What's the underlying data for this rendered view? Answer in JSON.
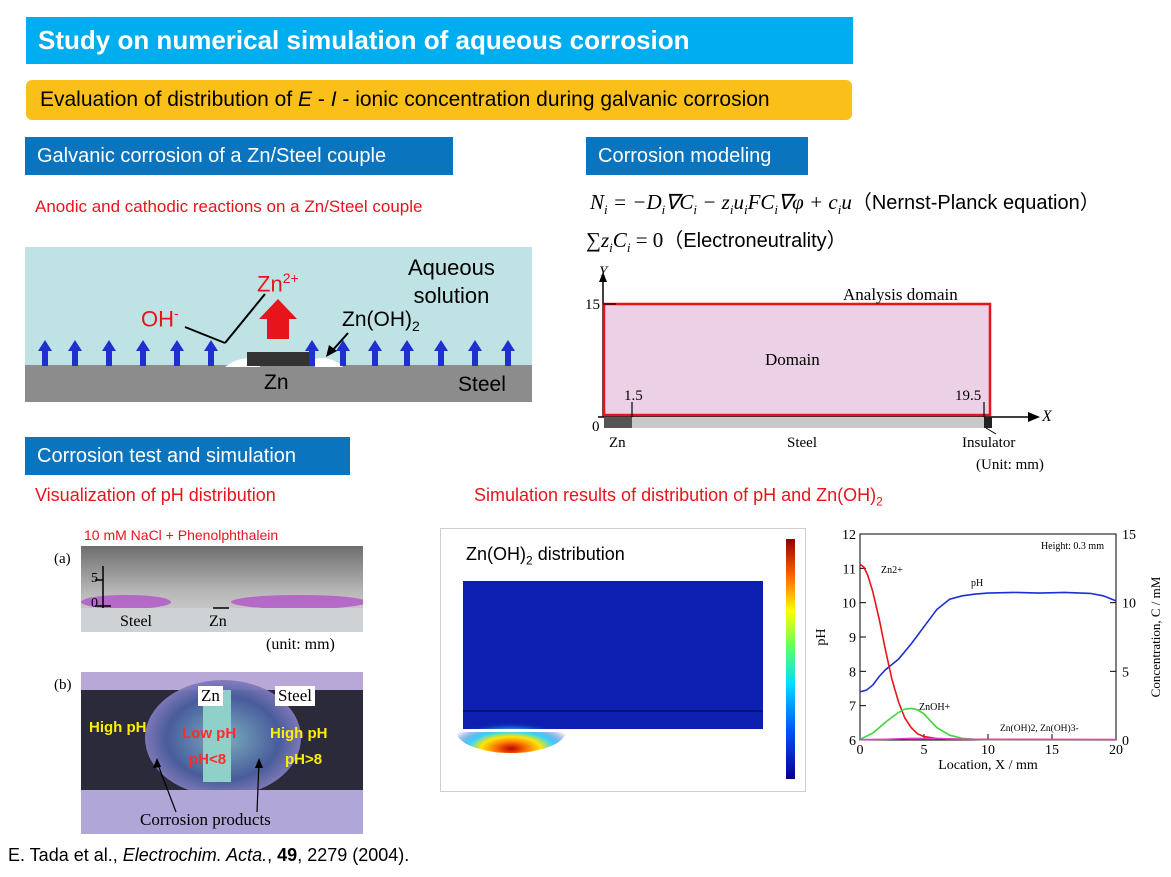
{
  "header": {
    "title": "Study on numerical simulation of aqueous corrosion",
    "subtitle_pre": "Evaluation of distribution of ",
    "subtitle_e": "E",
    "subtitle_mid1": " - ",
    "subtitle_i": "I",
    "subtitle_post": " - ionic concentration during galvanic corrosion"
  },
  "galvanic": {
    "heading": "Galvanic corrosion of a Zn/Steel couple",
    "caption": "Anodic and cathodic reactions on a Zn/Steel couple",
    "aqueous_line1": "Aqueous",
    "aqueous_line2": "solution",
    "zn_ion": "Zn",
    "zn_ion_sup": "2+",
    "oh": "OH",
    "oh_sup": "-",
    "znoh2": "Zn(OH)",
    "znoh2_sub": "2",
    "zn": "Zn",
    "steel": "Steel"
  },
  "modeling": {
    "heading": "Corrosion modeling",
    "eq1_label": "（Nernst-Planck equation）",
    "eq2_label": "（Electroneutrality）",
    "axis_y": "Y",
    "axis_x": "X",
    "tick_15": "15",
    "tick_0": "0",
    "tick_1_5": "1.5",
    "tick_19_5": "19.5",
    "analysis_domain": "Analysis domain",
    "domain": "Domain",
    "zn": "Zn",
    "steel": "Steel",
    "insulator": "Insulator",
    "unit": "(Unit: mm)"
  },
  "test": {
    "heading": "Corrosion test and simulation",
    "vis_caption": "Visualization of pH distribution",
    "sim_caption": "Simulation results of distribution of pH and Zn(OH)",
    "sim_caption_sub": "2",
    "nacl": "10 mM NaCl + Phenolphthalein",
    "label_a": "(a)",
    "label_b": "(b)",
    "tick_5": "5",
    "tick_0": "0",
    "steel": "Steel",
    "zn": "Zn",
    "unit": "(unit: mm)",
    "zn_b": "Zn",
    "steel_b": "Steel",
    "high_ph_left": "High pH",
    "low_ph": "Low pH",
    "ph_lt8": "pH<8",
    "high_ph_right": "High pH",
    "ph_gt8": "pH>8",
    "corrosion_products": "Corrosion products",
    "sim_title": "Zn(OH)",
    "sim_title_sub": "2",
    "sim_title_post": " distribution"
  },
  "chart_data": {
    "type": "line",
    "annotation": "Height: 0.3 mm",
    "xlabel": "Location, X / mm",
    "ylabel": "pH",
    "y2label": "Concentration, C / mM",
    "xlim": [
      0,
      20
    ],
    "ylim": [
      6,
      12
    ],
    "y2lim": [
      0,
      15
    ],
    "xticks": [
      "0",
      "5",
      "10",
      "15",
      "20"
    ],
    "yticks": [
      "6",
      "7",
      "8",
      "9",
      "10",
      "11",
      "12"
    ],
    "y2ticks": [
      "0",
      "5",
      "10",
      "15"
    ],
    "series_labels": [
      "Zn2+",
      "pH",
      "ZnOH+",
      "Zn(OH)2, Zn(OH)3-"
    ],
    "series": [
      {
        "name": "pH",
        "axis": "left",
        "color": "#1a2fd6",
        "x": [
          0,
          0.5,
          1,
          1.5,
          2,
          3,
          4,
          5,
          6,
          7,
          8,
          9,
          10,
          12,
          14,
          16,
          18,
          19,
          20
        ],
        "y": [
          7.4,
          7.45,
          7.6,
          7.85,
          8.05,
          8.35,
          8.8,
          9.3,
          9.8,
          10.1,
          10.2,
          10.25,
          10.28,
          10.3,
          10.28,
          10.3,
          10.27,
          10.2,
          10.05
        ]
      },
      {
        "name": "Zn2+",
        "axis": "right",
        "color": "#e8141c",
        "x": [
          0,
          0.3,
          0.6,
          1,
          1.5,
          2,
          2.5,
          3,
          3.5,
          4,
          4.5,
          5,
          6,
          8,
          20
        ],
        "y": [
          12.8,
          12.6,
          12.0,
          10.8,
          8.8,
          6.5,
          4.4,
          2.8,
          1.6,
          0.9,
          0.45,
          0.25,
          0.1,
          0.05,
          0.02
        ]
      },
      {
        "name": "ZnOH+",
        "axis": "right",
        "color": "#3fd43a",
        "x": [
          0,
          1,
          2,
          3,
          3.5,
          4,
          4.5,
          5,
          5.5,
          6,
          7,
          8,
          9,
          10,
          20
        ],
        "y": [
          0.05,
          0.5,
          1.3,
          2.0,
          2.25,
          2.3,
          2.2,
          1.9,
          1.4,
          0.9,
          0.35,
          0.12,
          0.05,
          0.02,
          0.0
        ]
      },
      {
        "name": "Zn(OH)2, Zn(OH)3-",
        "axis": "right",
        "color": "#e040c8",
        "x": [
          0,
          2,
          4,
          6,
          8,
          10,
          14,
          20
        ],
        "y": [
          0.02,
          0.05,
          0.12,
          0.1,
          0.06,
          0.04,
          0.03,
          0.02
        ]
      }
    ]
  },
  "reference": {
    "authors": "E. Tada et al., ",
    "journal": "Electrochim. Acta.",
    "sep": ", ",
    "volume": "49",
    "rest": ", 2279 (2004)."
  }
}
